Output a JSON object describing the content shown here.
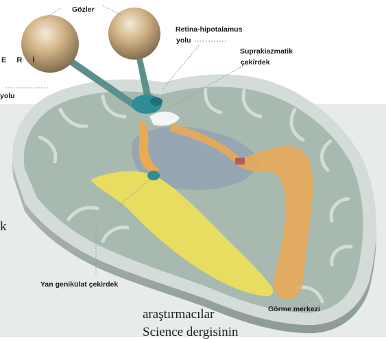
{
  "labels": {
    "eyes": "Gözler",
    "retinohypothalamic_line1": "Retina-hipotalamus",
    "retinohypothalamic_line2": "yolu",
    "scn_line1": "Suprakiazmatik",
    "scn_line2": "çekirdek",
    "left_yolu": "yolu",
    "lgn": "Yan genikülat çekirdek",
    "visual_cortex": "Görme merkezi"
  },
  "background_text": {
    "header_fragment": "E R İ",
    "fragment_k": "k",
    "line1": "araştırmacılar",
    "line2": "Science dergisinin"
  },
  "colors": {
    "cortex_gray": "#a8b9b0",
    "cortex_edge": "#d3dcd8",
    "optic_yellow": "#efe05a",
    "optic_orange": "#e8aa55",
    "teal": "#2e8d96",
    "panel": "#e7ecea",
    "label_line": "#9a9a9a"
  }
}
